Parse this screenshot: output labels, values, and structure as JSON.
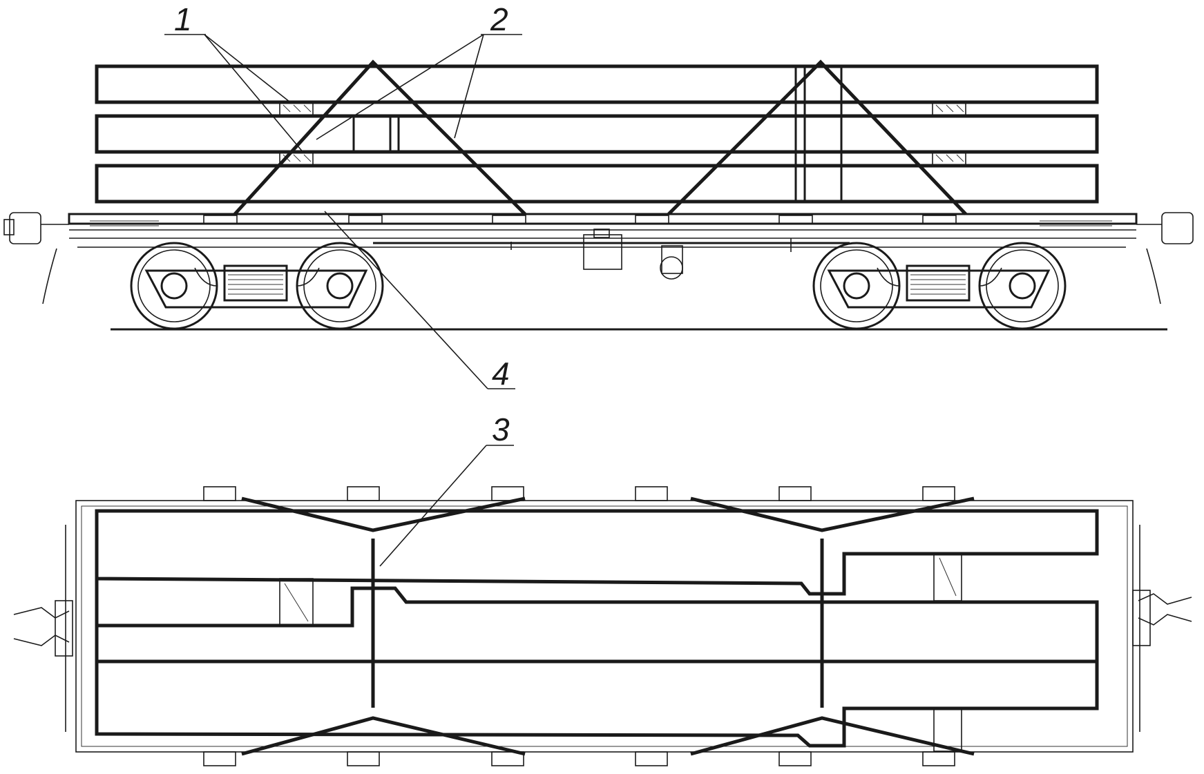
{
  "callouts": [
    {
      "id": "1",
      "label": "1"
    },
    {
      "id": "2",
      "label": "2"
    },
    {
      "id": "3",
      "label": "3"
    },
    {
      "id": "4",
      "label": "4"
    }
  ],
  "colors": {
    "line": "#1a1a1a",
    "background": "#ffffff"
  },
  "views": [
    "side-view",
    "top-view"
  ]
}
